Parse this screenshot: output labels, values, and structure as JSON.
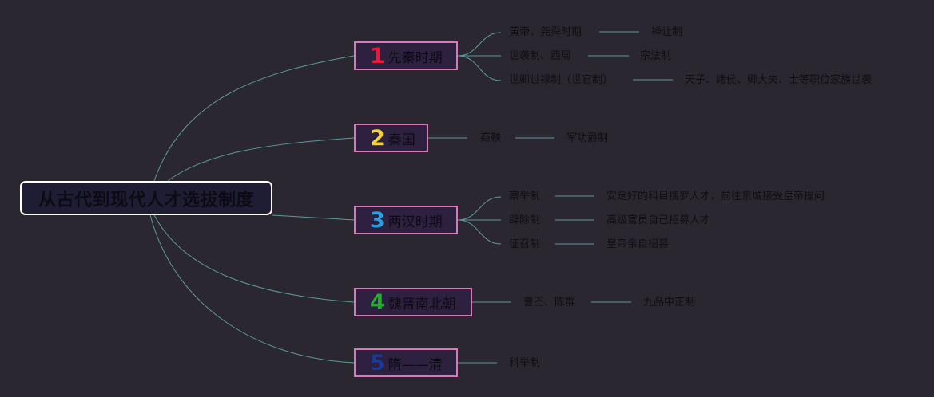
{
  "root": {
    "label": "从古代到现代人才选拔制度"
  },
  "eras": [
    {
      "num": "1",
      "label": "先秦时期",
      "num_color": "#e8193a",
      "items": [
        {
          "label": "黄帝、尧舜时期",
          "detail": "禅让制"
        },
        {
          "label": "世袭制、西周",
          "detail": "宗法制"
        },
        {
          "label": "世卿世禄制（世官制）",
          "detail": "天子、诸侯、卿大夫、士等职位家族世袭"
        }
      ]
    },
    {
      "num": "2",
      "label": "秦国",
      "num_color": "#f2d33a",
      "items": [
        {
          "label": "商鞅",
          "detail": "军功爵制"
        }
      ]
    },
    {
      "num": "3",
      "label": "两汉时期",
      "num_color": "#2e9fe0",
      "items": [
        {
          "label": "察举制",
          "detail": "安定好的科目搜罗人才，前往京城接受皇帝提问"
        },
        {
          "label": "辟除制",
          "detail": "高级官员自己招募人才"
        },
        {
          "label": "征召制",
          "detail": "皇帝亲自招募"
        }
      ]
    },
    {
      "num": "4",
      "label": "魏晋南北朝",
      "num_color": "#1fae2e",
      "items": [
        {
          "label": "曹丕、陈群",
          "detail": "九品中正制"
        }
      ]
    },
    {
      "num": "5",
      "label": "隋——清",
      "num_color": "#1a3a9a",
      "items": [
        {
          "label": "科举制"
        }
      ]
    }
  ],
  "colors": {
    "link": "#5a9a9a",
    "era_border": "#d878b8",
    "root_border": "#ffffff",
    "background": "#2b2730"
  }
}
